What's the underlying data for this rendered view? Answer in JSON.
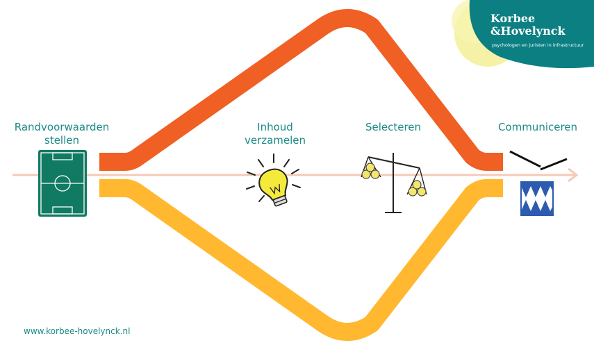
{
  "logo": {
    "line1": "Korbee",
    "line2": "&Hovelynck",
    "tagline": "psychologen en juristen in infrastructuur"
  },
  "steps": [
    {
      "lines": [
        "Randvoorwaarden",
        "stellen"
      ],
      "icon": "football-field-icon"
    },
    {
      "lines": [
        "Inhoud",
        "verzamelen"
      ],
      "icon": "lightbulb-icon"
    },
    {
      "lines": [
        "Selecteren"
      ],
      "icon": "balance-scale-icon"
    },
    {
      "lines": [
        "Communiceren"
      ],
      "icon": "drum-icon"
    }
  ],
  "footer": {
    "website": "www.korbee-hovelynck.nl"
  },
  "colors": {
    "teal": "#1a8a86",
    "field_green": "#117a63",
    "orange": "#f05f23",
    "yellow": "#ffb830",
    "axis_pink": "#f6c9b8",
    "logo_teal": "#0b7f82",
    "logo_yellow": "#f2ee8a",
    "drum_blue": "#2c5bb0",
    "ball_yellow": "#f2e66b"
  }
}
